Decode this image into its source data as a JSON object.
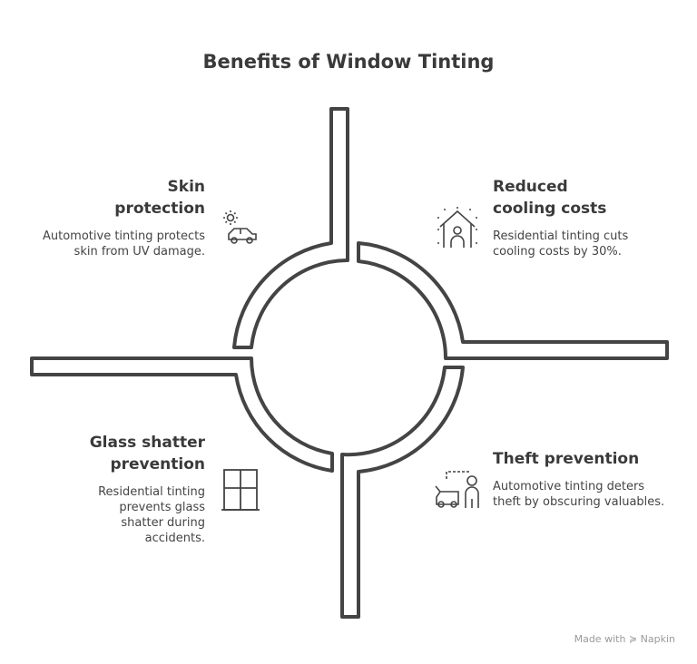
{
  "title": "Benefits of Window Tinting",
  "items": [
    {
      "heading": "Skin protection",
      "body": "Automotive tinting protects skin from UV damage.",
      "icon": "sun-car-icon"
    },
    {
      "heading": "Reduced cooling costs",
      "body": "Residential tinting cuts cooling costs by 30%.",
      "icon": "house-person-icon"
    },
    {
      "heading": "Glass shatter prevention",
      "body": "Residential tinting prevents glass shatter during accidents.",
      "icon": "window-icon"
    },
    {
      "heading": "Theft prevention",
      "body": "Automotive tinting deters theft by obscuring valuables.",
      "icon": "car-person-icon"
    }
  ],
  "footer": {
    "made_with": "Made with",
    "brand": "Napkin"
  }
}
